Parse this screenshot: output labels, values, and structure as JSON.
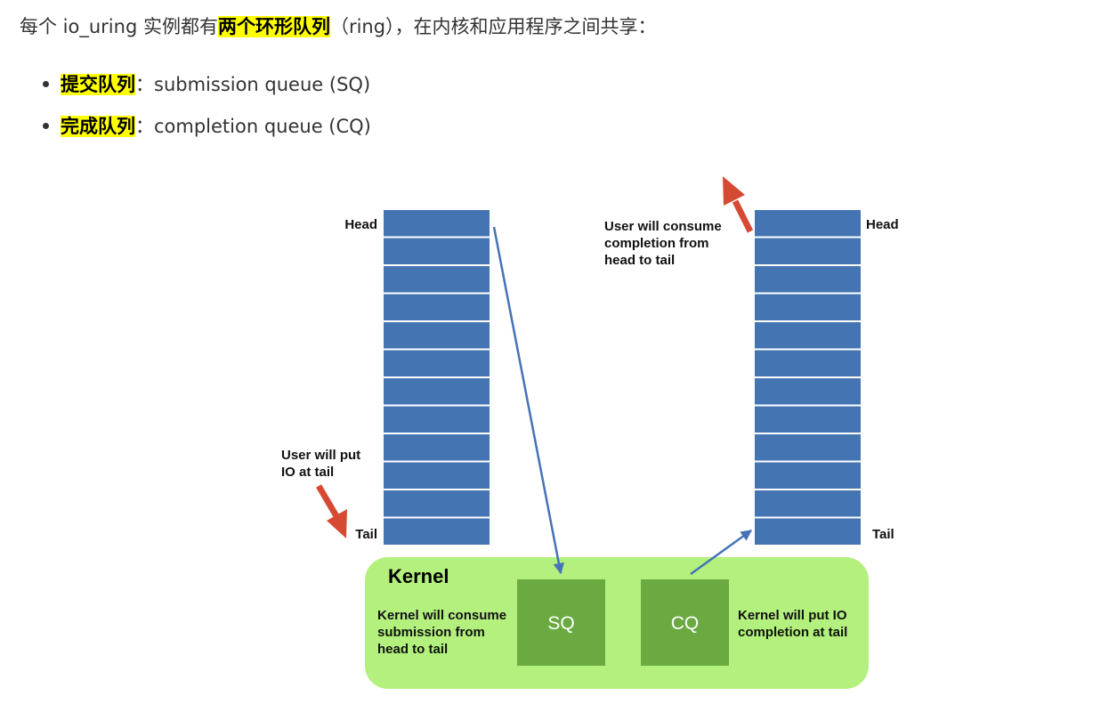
{
  "intro": {
    "before": "每个 io_uring 实例都有",
    "highlight": "两个环形队列",
    "after": "（ring），在内核和应用程序之间共享："
  },
  "bullets": [
    {
      "term": "提交队列",
      "sep": "：",
      "desc": "submission queue (SQ)"
    },
    {
      "term": "完成队列",
      "sep": "：",
      "desc": "completion queue (CQ)"
    }
  ],
  "diagram": {
    "sq_ring": {
      "head_label": "Head",
      "tail_label": "Tail",
      "slot_count": 12
    },
    "cq_ring": {
      "head_label": "Head",
      "tail_label": "Tail",
      "slot_count": 12
    },
    "user_put_note": [
      "User will put",
      "IO at tail"
    ],
    "user_consume_note": [
      "User will consume",
      "completion from",
      "head to tail"
    ],
    "kernel": {
      "title": "Kernel",
      "sq_label": "SQ",
      "cq_label": "CQ",
      "consume_note": [
        "Kernel will consume",
        "submission from",
        "head to tail"
      ],
      "put_note": [
        "Kernel will put IO",
        "completion at tail"
      ]
    },
    "colors": {
      "slot": "#4574b3",
      "kernel_bg": "#b3f07e",
      "kernel_box": "#6aaa41",
      "flow_arrow": "#4573b6",
      "user_arrow": "#d64a34",
      "highlight": "#ffff00"
    }
  }
}
